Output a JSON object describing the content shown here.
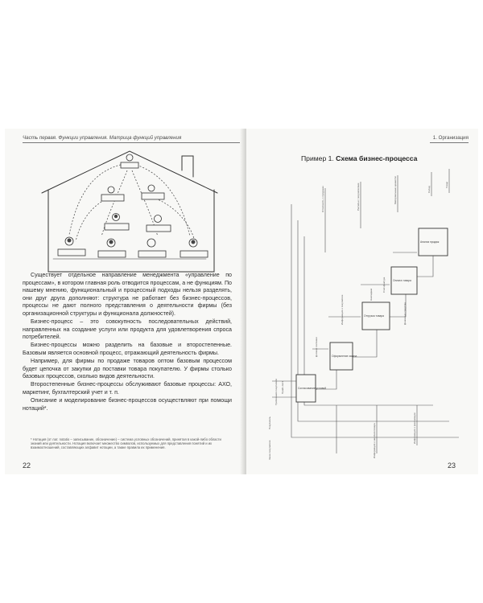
{
  "left_page": {
    "running_head": "Часть первая. Функции управления. Матрица функций управления",
    "paragraphs": [
      "Существует отдельное направление менеджмента «управление по процессам», в котором главная роль отводится процессам, а не функциям. По нашему мнению, функциональный и процессный подходы нельзя разделять, они друг друга дополняют: структура не работает без бизнес-процессов, процессы не дают полного представления о деятельности фирмы (без организационной структуры и функционала должностей).",
      "Бизнес-процесс – это совокупность последовательных действий, направленных на создание услуги или продукта для удовлетворения спроса потребителей.",
      "Бизнес-процессы можно разделить на базовые и второстепенные. Базовым является основной процесс, отражающий деятельность фирмы.",
      "Например, для фирмы по продаже товаров оптом базовым процессом будет цепочка от закупки до поставки товара покупателю. У фирмы столько базовых процессов, сколько видов деятельности.",
      "Второстепенные бизнес-процессы обслуживают базовые процессы: АХО, маркетинг, бухгалтерский учет и т. п.",
      "Описание и моделирование бизнес-процессов осуществляют при помощи нотаций*."
    ],
    "footnote": "* Нотация (от лат. notatio – записывание, обозначение) – система условных обозначений, принятая в какой-либо области знаний или деятельности. Нотация включает множество символов, используемых для представления понятий и их взаимоотношений, составляющих алфавит нотации, а также правила их применения.",
    "page_number": "22"
  },
  "right_page": {
    "running_head": "1. Организация",
    "example_title_prefix": "Пример 1.",
    "example_title_bold": "Схема бизнес-процесса",
    "page_number": "23",
    "diagram_boxes": [
      {
        "label": "Согласование условий"
      },
      {
        "label": "Оформление заказа"
      },
      {
        "label": "Отгрузка товара"
      },
      {
        "label": "Оплата товара"
      },
      {
        "label": "Анализ продаж"
      }
    ],
    "diagram_labels": {
      "top": [
        "Отчетность о продажах",
        "Расчеты с покупателями",
        "Материальные ценности",
        "Склад",
        "Товар"
      ],
      "left": [
        "Покупатель",
        "Требования покупателя",
        "Прайс-лист",
        "Заказ покупателя",
        "Договор поставки"
      ],
      "right": [
        "Информация о покупателе",
        "Накладная",
        "Счет-фактура",
        "Денежные средства"
      ],
      "bottom": [
        "Информация о наличии товара",
        "Информация о рекламации"
      ]
    }
  }
}
